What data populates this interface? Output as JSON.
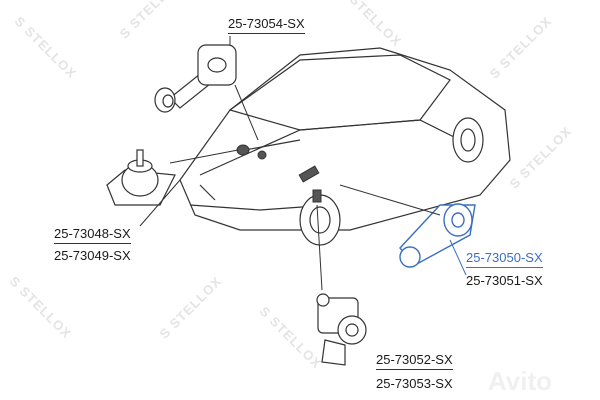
{
  "watermark": "STELLOX",
  "avito_watermark": "Avito",
  "labels": {
    "top_part": "25-73054-SX",
    "left_part_a": "25-73048-SX",
    "left_part_b": "25-73049-SX",
    "right_part_a": "25-73050-SX",
    "right_part_b": "25-73051-SX",
    "bottom_part_a": "25-73052-SX",
    "bottom_part_b": "25-73053-SX"
  },
  "colors": {
    "highlight": "#3a6fc4",
    "line": "#333333",
    "watermark": "#e4e4e4"
  }
}
